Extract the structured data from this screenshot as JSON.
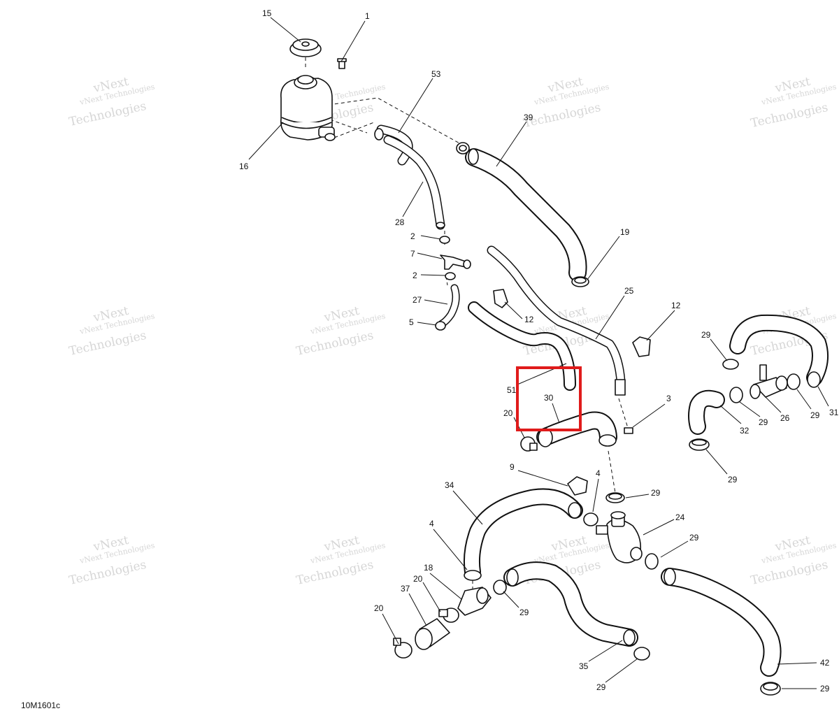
{
  "diagram_code": "10M1601c",
  "watermark": {
    "line1": "vNext Technologies",
    "line2": "Technologies",
    "line3": "vNext"
  },
  "highlight": {
    "color": "#e01b1b",
    "target_callout": "30"
  },
  "callouts": {
    "c1": "1",
    "c15": "15",
    "c16": "16",
    "c53": "53",
    "c39": "39",
    "c28": "28",
    "c2a": "2",
    "c7": "7",
    "c2b": "2",
    "c27": "27",
    "c5": "5",
    "c19": "19",
    "c12a": "12",
    "c25": "25",
    "c12b": "12",
    "c51": "51",
    "c30": "30",
    "c20a": "20",
    "c3": "3",
    "c29a": "29",
    "c26": "26",
    "c29b": "29",
    "c29c": "29",
    "c31": "31",
    "c32": "32",
    "c29d": "29",
    "c9": "9",
    "c4a": "4",
    "c29e": "29",
    "c34": "34",
    "c24": "24",
    "c29f": "29",
    "c4b": "4",
    "c18": "18",
    "c20b": "20",
    "c37": "37",
    "c29g": "29",
    "c20c": "20",
    "c35": "35",
    "c29h": "29",
    "c42": "42",
    "c29i": "29"
  }
}
